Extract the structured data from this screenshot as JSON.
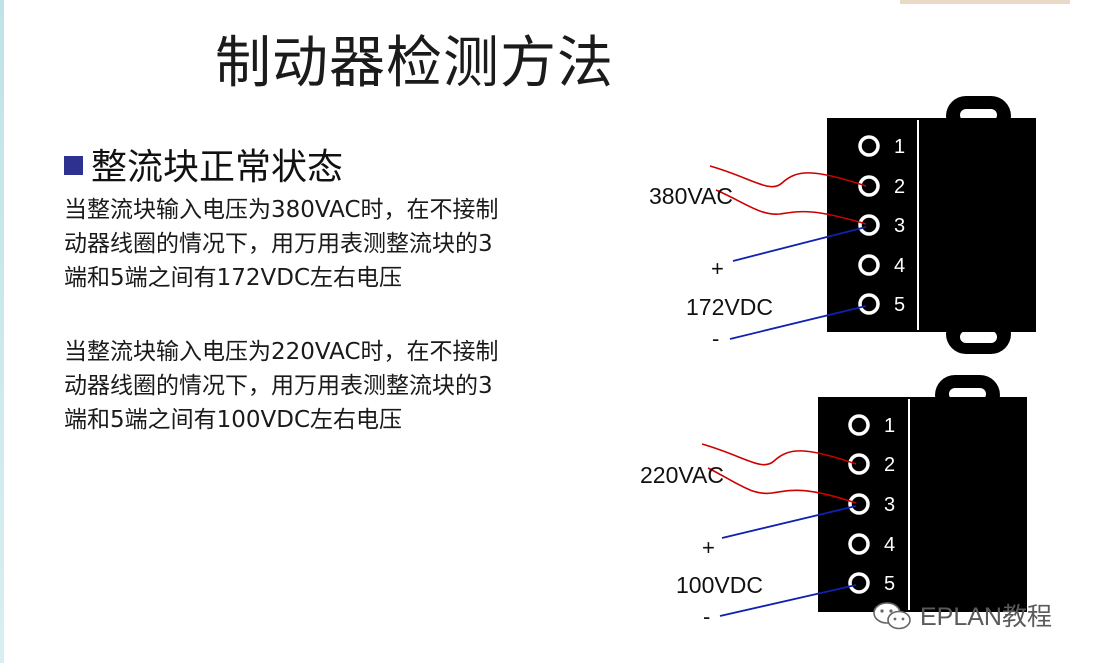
{
  "title": "制动器检测方法",
  "section_heading": "整流块正常状态",
  "paragraphs": [
    {
      "lines": [
        "当整流块输入电压为380VAC时，在不接制",
        "动器线圈的情况下，用万用表测整流块的3",
        "端和5端之间有172VDC左右电压"
      ]
    },
    {
      "lines": [
        "当整流块输入电压为220VAC时，在不接制",
        "动器线圈的情况下，用万用表测整流块的3",
        "端和5端之间有100VDC左右电压"
      ]
    }
  ],
  "diagrams": [
    {
      "ac_label": "380VAC",
      "dc_label": "172VDC",
      "plus": "+",
      "minus": "-",
      "pins": [
        "1",
        "2",
        "3",
        "4",
        "5"
      ]
    },
    {
      "ac_label": "220VAC",
      "dc_label": "100VDC",
      "plus": "+",
      "minus": "-",
      "pins": [
        "1",
        "2",
        "3",
        "4",
        "5"
      ]
    }
  ],
  "watermark": "EPLAN教程",
  "colors": {
    "ac_wire": "#cc0000",
    "dc_wire": "#1020b0",
    "block": "#000000",
    "bullet": "#2e318f"
  }
}
